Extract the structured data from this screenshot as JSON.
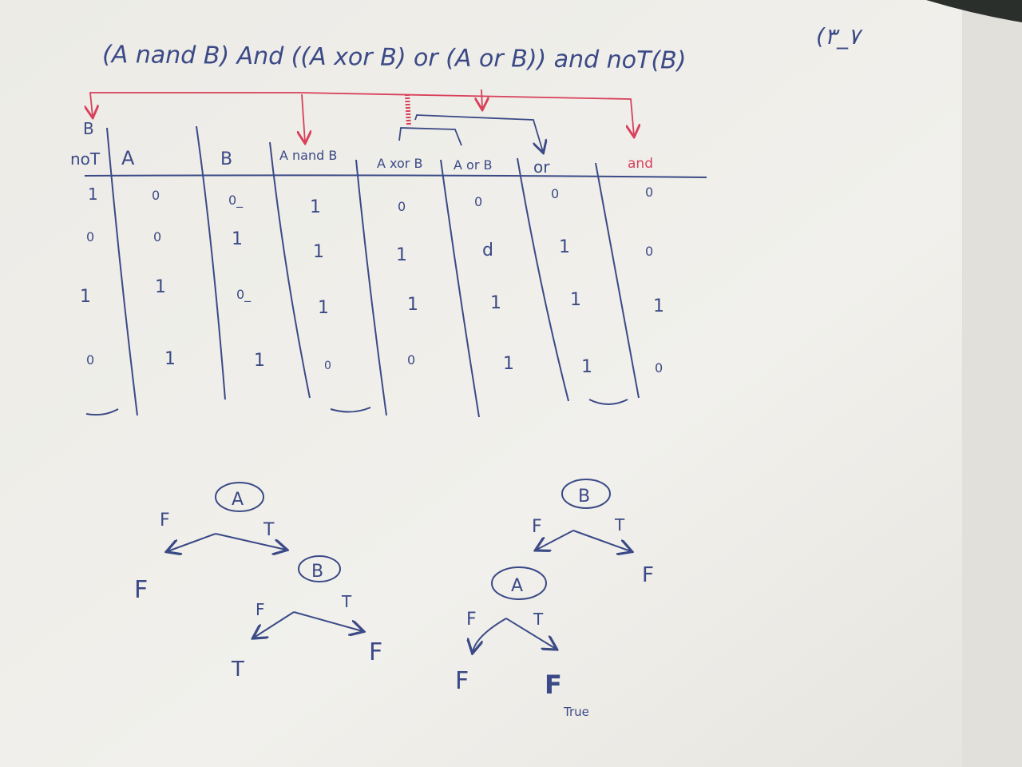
{
  "expression": "(A nand B) And ((A xor B) or (A or B)) and noT(B)",
  "problem_number": "(۳_۷",
  "table": {
    "headers": [
      "B",
      "noT",
      "A",
      "B",
      "A nand B",
      "A xor B",
      "A or B",
      "or",
      "and"
    ],
    "rows": [
      [
        "1",
        "0",
        "0_",
        "1",
        "0",
        "0",
        "0",
        "0"
      ],
      [
        "0",
        "0",
        "1",
        "1",
        "1",
        "d",
        "1",
        "0"
      ],
      [
        "1",
        "1",
        "0_",
        "1",
        "1",
        "1",
        "1",
        "1"
      ],
      [
        "0",
        "1",
        "1",
        "0",
        "0",
        "1",
        "1",
        "0"
      ]
    ]
  },
  "tree_left": {
    "root": "A",
    "edge_false": "F",
    "edge_true": "T",
    "leaf_false": "F",
    "child": "B",
    "child_edge_false": "F",
    "child_edge_true": "T",
    "child_leaf_false": "T",
    "child_leaf_true": "F"
  },
  "tree_right": {
    "root": "B",
    "edge_false": "F",
    "edge_true": "T",
    "leaf_true": "F",
    "child": "A",
    "child_edge_false": "F",
    "child_edge_true": "T",
    "child_leaf_false": "F",
    "child_leaf_true": "F",
    "note": "True"
  },
  "colors": {
    "paper": "#efeeea",
    "ink_blue": "#3b4a86",
    "ink_red": "#d8405a"
  }
}
